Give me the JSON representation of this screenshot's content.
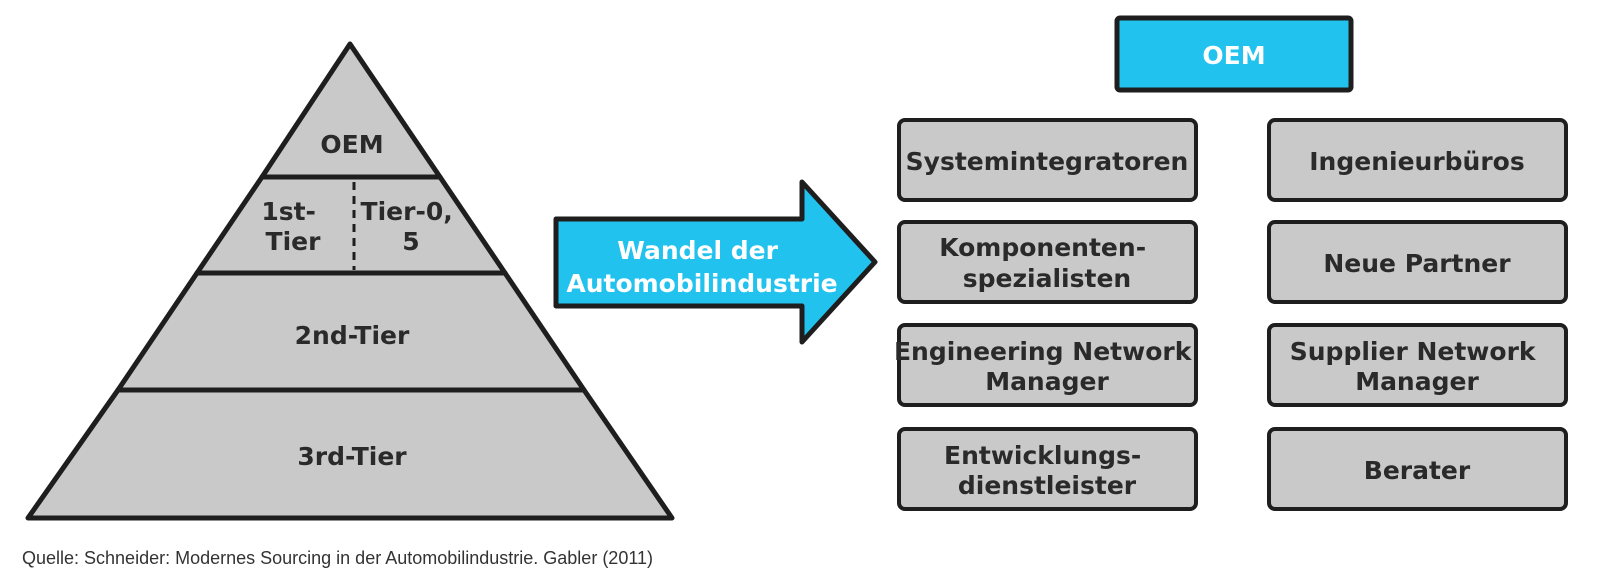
{
  "colors": {
    "accent": "#22c2ef",
    "box_fill": "#c9c9c9",
    "outline": "#1e1e1e"
  },
  "pyramid": {
    "levels": [
      {
        "lines": [
          "OEM"
        ]
      },
      {
        "lines": [
          "1st-",
          "Tier"
        ]
      },
      {
        "lines": [
          "Tier-0,",
          "5"
        ]
      },
      {
        "lines": [
          "2nd-Tier"
        ]
      },
      {
        "lines": [
          "3rd-Tier"
        ]
      }
    ]
  },
  "arrow": {
    "lines": [
      "Wandel der",
      "Automobilindustrie"
    ]
  },
  "network": {
    "top": "OEM",
    "boxes": [
      {
        "lines": [
          "Systemintegratoren"
        ]
      },
      {
        "lines": [
          "Ingenieurbüros"
        ]
      },
      {
        "lines": [
          "Komponenten-",
          "spezialisten"
        ]
      },
      {
        "lines": [
          "Neue Partner"
        ]
      },
      {
        "lines": [
          "Engineering Network",
          "Manager"
        ]
      },
      {
        "lines": [
          "Supplier Network",
          "Manager"
        ]
      },
      {
        "lines": [
          "Entwicklungs-",
          "dienstleister"
        ]
      },
      {
        "lines": [
          "Berater"
        ]
      }
    ]
  },
  "source": "Quelle: Schneider: Modernes Sourcing in der Automobilindustrie. Gabler (2011)"
}
